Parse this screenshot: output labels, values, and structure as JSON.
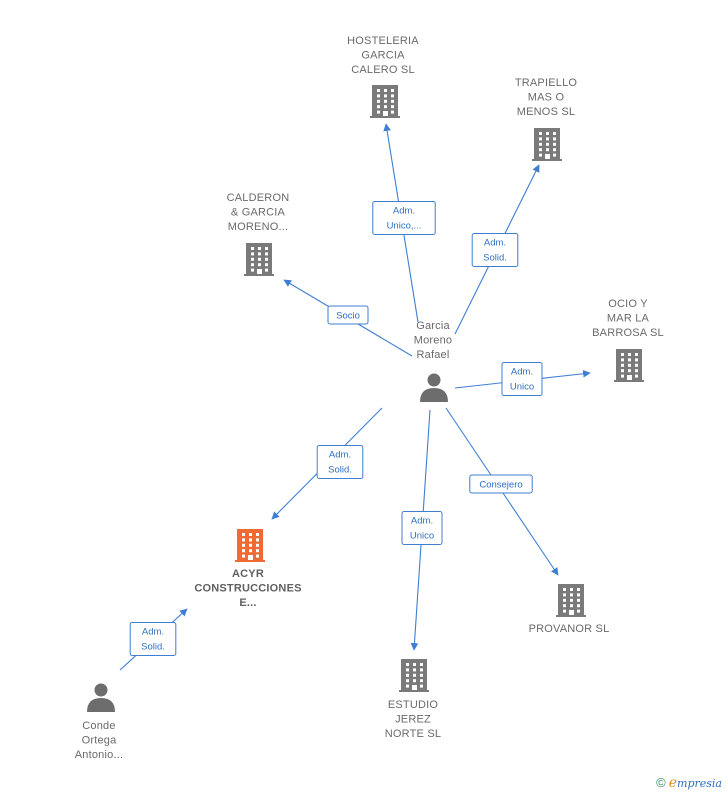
{
  "graph": {
    "colors": {
      "edge": "#3f7fd3",
      "company": "#7a7a7a",
      "highlight_company": "#f06a35",
      "person": "#6d6d6d"
    },
    "nodes": [
      {
        "id": "garcia",
        "kind": "person",
        "lines": [
          "Garcia",
          "Moreno",
          "Rafael"
        ]
      },
      {
        "id": "hosteleria",
        "kind": "company",
        "lines": [
          "HOSTELERIA",
          "GARCIA",
          "CALERO SL"
        ]
      },
      {
        "id": "trapiello",
        "kind": "company",
        "lines": [
          "TRAPIELLO",
          "MAS O",
          "MENOS  SL"
        ]
      },
      {
        "id": "calderon",
        "kind": "company",
        "lines": [
          "CALDERON",
          "& GARCIA",
          "MORENO..."
        ]
      },
      {
        "id": "ocio",
        "kind": "company",
        "lines": [
          "OCIO Y",
          "MAR LA",
          "BARROSA  SL"
        ]
      },
      {
        "id": "acyr",
        "kind": "company",
        "highlight": true,
        "lines": [
          "ACYR",
          "CONSTRUCCIONES",
          "E..."
        ]
      },
      {
        "id": "provanor",
        "kind": "company",
        "lines": [
          "PROVANOR SL"
        ]
      },
      {
        "id": "estudio",
        "kind": "company",
        "lines": [
          "ESTUDIO",
          "JEREZ",
          "NORTE  SL"
        ]
      },
      {
        "id": "conde",
        "kind": "person",
        "lines": [
          "Conde",
          "Ortega",
          "Antonio..."
        ]
      }
    ],
    "edges": [
      {
        "from": "garcia",
        "to": "hosteleria",
        "label": [
          "Adm.",
          "Unico,..."
        ]
      },
      {
        "from": "garcia",
        "to": "trapiello",
        "label": [
          "Adm.",
          "Solid."
        ]
      },
      {
        "from": "garcia",
        "to": "calderon",
        "label": [
          "Socio"
        ]
      },
      {
        "from": "garcia",
        "to": "ocio",
        "label": [
          "Adm.",
          "Unico"
        ]
      },
      {
        "from": "garcia",
        "to": "acyr",
        "label": [
          "Adm.",
          "Solid."
        ]
      },
      {
        "from": "garcia",
        "to": "estudio",
        "label": [
          "Adm.",
          "Unico"
        ]
      },
      {
        "from": "garcia",
        "to": "provanor",
        "label": [
          "Consejero"
        ]
      },
      {
        "from": "conde",
        "to": "acyr",
        "label": [
          "Adm.",
          "Solid."
        ]
      }
    ]
  },
  "footer": {
    "copyright_symbol": "©",
    "brand_initial": "e",
    "brand_rest": "mpresia"
  }
}
